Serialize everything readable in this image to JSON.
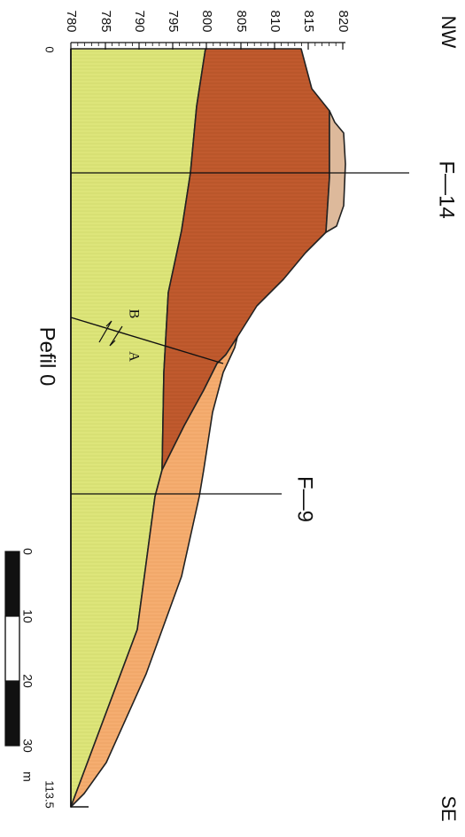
{
  "orientation": {
    "nw": "NW",
    "se": "SE"
  },
  "elevation_axis": {
    "ticks": [
      "780",
      "785",
      "790",
      "795",
      "800",
      "805",
      "810",
      "815",
      "820"
    ]
  },
  "distance_axis": {
    "start": "0",
    "end": "113.5"
  },
  "boreholes": {
    "f14": "F—14",
    "f9": "F—9"
  },
  "profile": {
    "label": "Pefil 0"
  },
  "fault": {
    "block_b": "B",
    "block_a": "A"
  },
  "scale_bar": {
    "ticks": [
      "0",
      "10",
      "20",
      "30"
    ],
    "unit": "m"
  },
  "colors": {
    "base_green": "#dde57a",
    "brown_unit": "#c05a2e",
    "orange_unit": "#f5ad70",
    "cap_unit": "#ddb99b",
    "outline": "#222222"
  }
}
